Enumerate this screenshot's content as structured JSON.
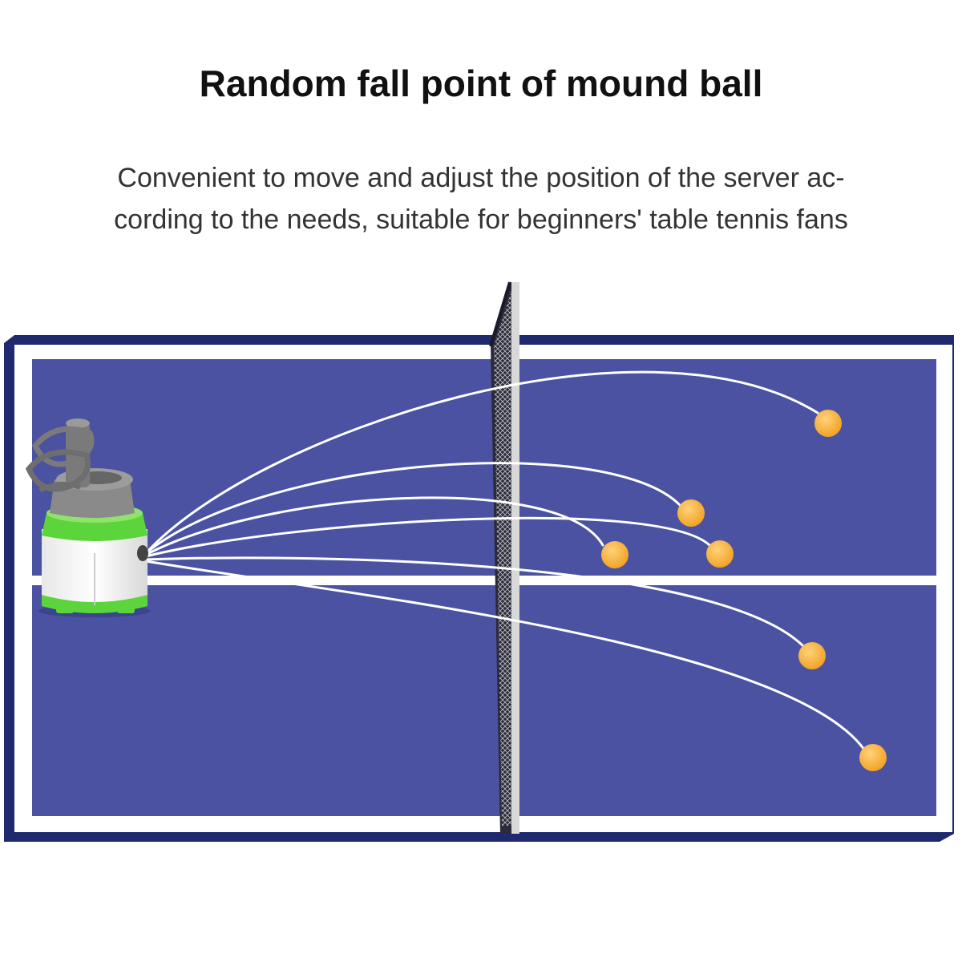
{
  "heading": {
    "title": "Random fall point of mound ball",
    "subtitle_line1": "Convenient to move and adjust the position of the server ac-",
    "subtitle_line2": "cording to the needs, suitable for beginners' table tennis fans"
  },
  "illustration": {
    "subject": "table tennis robot serving balls across a table",
    "ball_count": 6,
    "colors": {
      "table_surface": "#4a52a1",
      "table_edge": "#1f2a6e",
      "table_lines": "#ffffff",
      "ball": "#f5a623",
      "robot_base": "#f2f2f2",
      "robot_accent": "#5cd43c",
      "robot_top": "#8a8a8a",
      "net": "#2a2a3a"
    }
  }
}
